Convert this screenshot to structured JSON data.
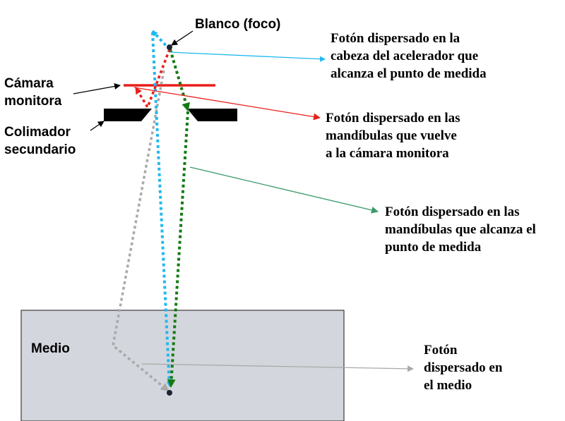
{
  "labels": {
    "target": "Blanco (foco)",
    "monitor_chamber": "Cámara\nmonitora",
    "secondary_collimator": "Colimador\nsecundario",
    "medium": "Medio"
  },
  "annotations": {
    "head_scatter": "Fotón dispersado en la\ncabeza del acelerador que\nalcanza el punto de medida",
    "jaw_backscatter": "Fotón dispersado en las\nmandíbulas que vuelve\na la cámara monitora",
    "jaw_scatter": "Fotón dispersado en las\nmandíbulas que alcanza el\npunto de medida",
    "medium_scatter": "Fotón\ndispersado en\nel medio"
  },
  "colors": {
    "head_scatter": "#1fb8ef",
    "jaw_backscatter": "#e8201c",
    "jaw_scatter": "#137a13",
    "medium_scatter": "#a9a9a9",
    "medium_fill": "#d3d6dc",
    "collimator": "#000000",
    "monitor_line": "#e8201c"
  }
}
